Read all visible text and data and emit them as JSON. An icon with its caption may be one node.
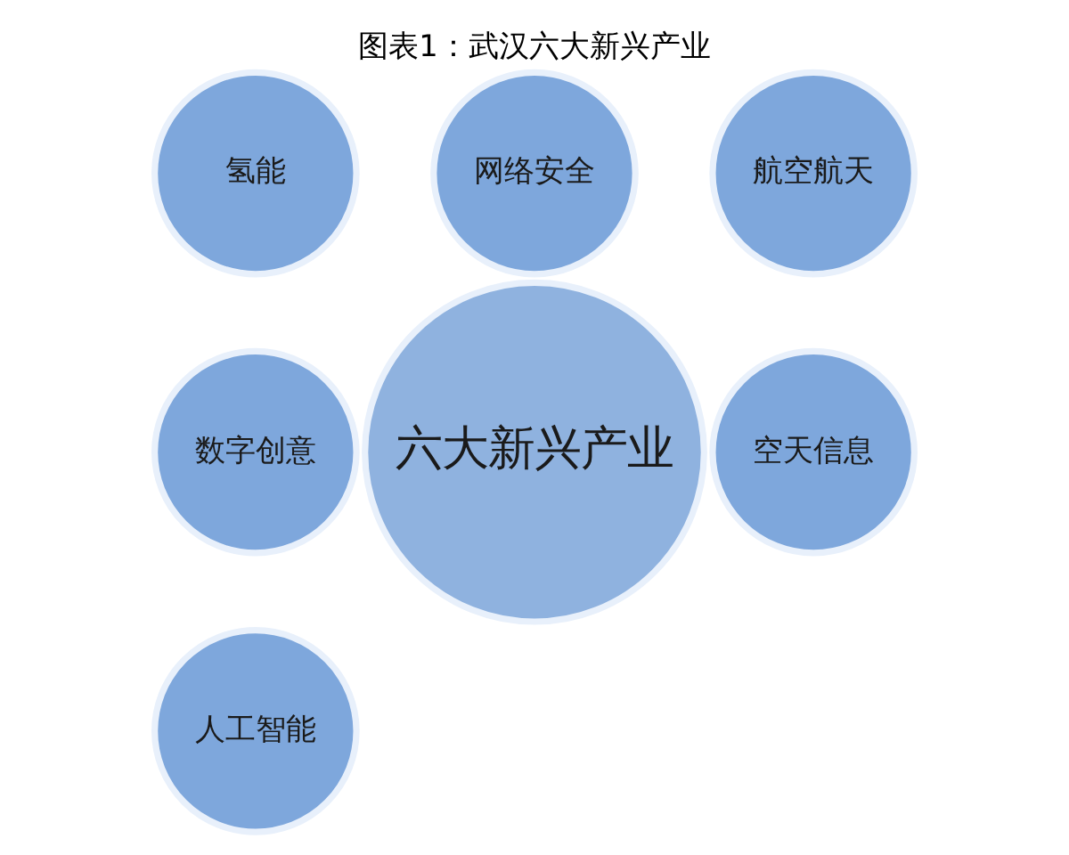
{
  "diagram": {
    "title": "图表1：武汉六大新兴产业",
    "nodes": [
      {
        "text": [
          "网络安全"
        ]
      },
      {
        "text": [
          "氢能"
        ]
      },
      {
        "text": [
          "航空航天"
        ]
      },
      {
        "text": [
          "六大新兴产业"
        ]
      },
      {
        "text": [
          "数字创意"
        ]
      },
      {
        "text": [
          "空天信息"
        ]
      },
      {
        "text": [
          "人工智能"
        ]
      }
    ]
  }
}
